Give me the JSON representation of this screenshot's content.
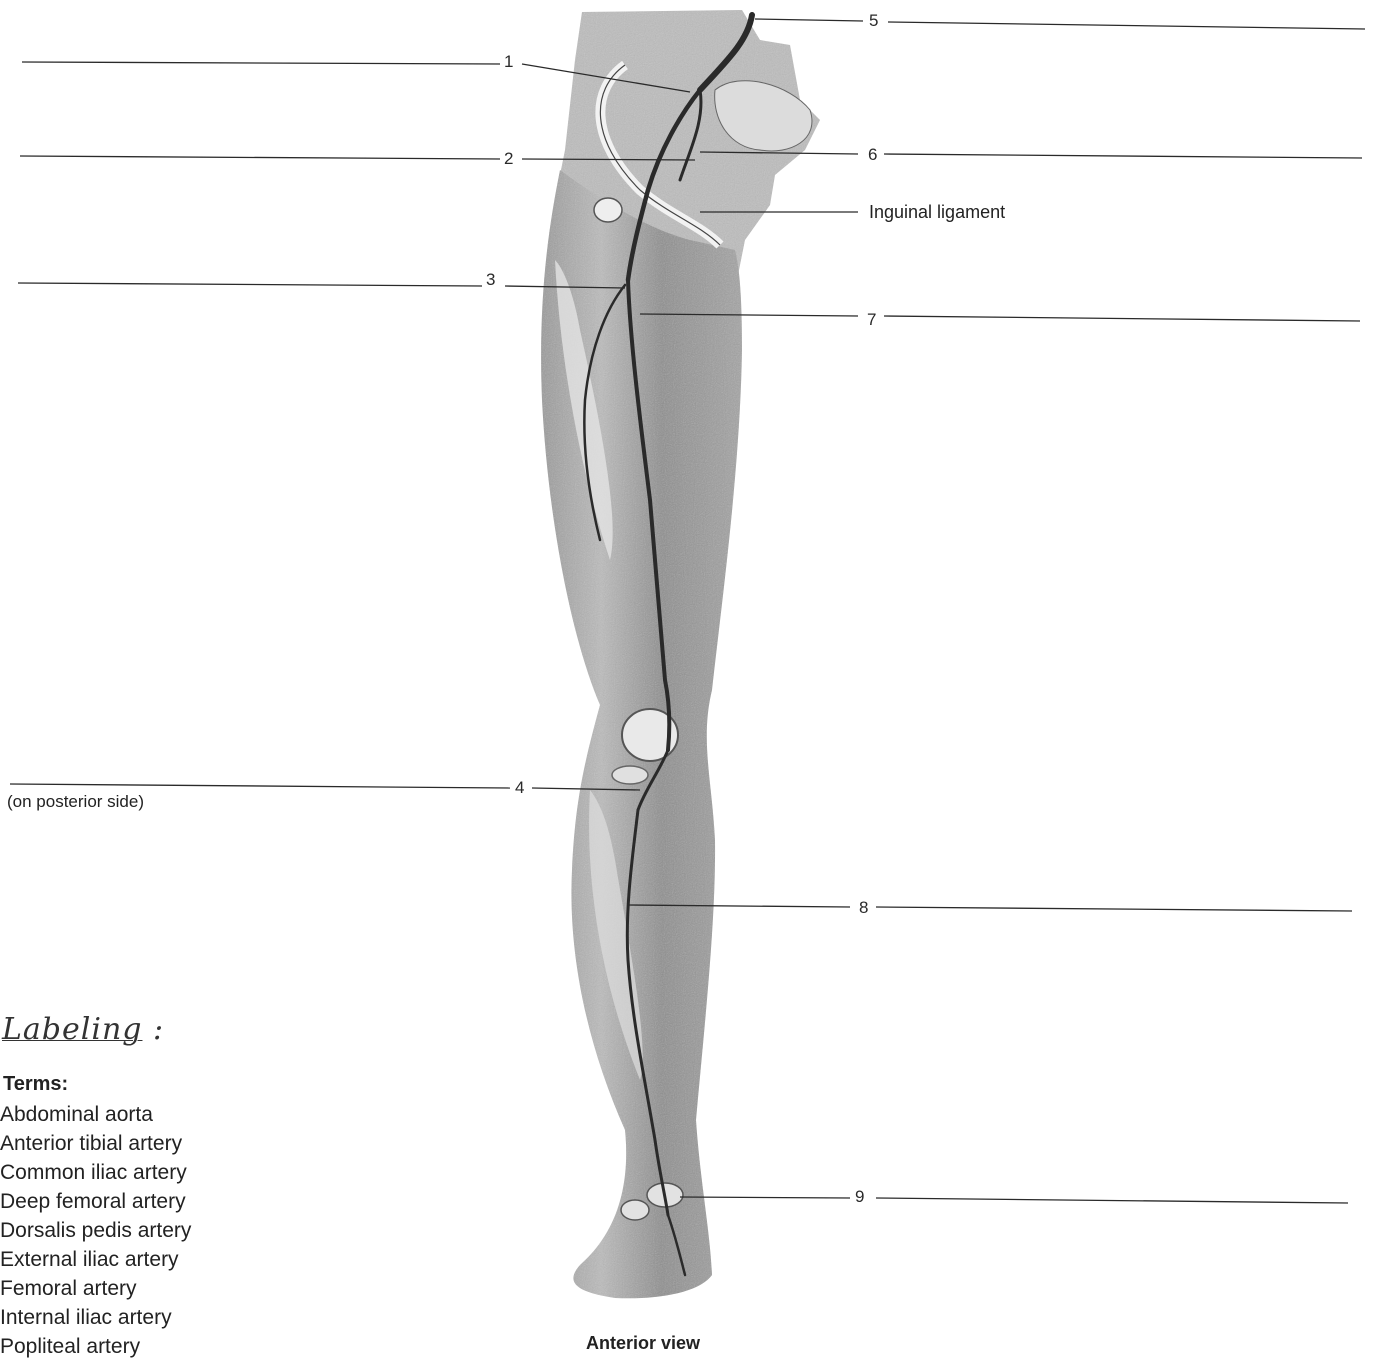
{
  "diagram": {
    "leader_numbers": [
      "1",
      "2",
      "3",
      "4",
      "5",
      "6",
      "7",
      "8",
      "9"
    ],
    "side_label": "Inguinal ligament",
    "note": "(on posterior side)",
    "caption": "Anterior view"
  },
  "labeling": {
    "heading": "Labeling",
    "terms_title": "Terms:",
    "terms": [
      "Abdominal aorta",
      "Anterior tibial artery",
      "Common iliac artery",
      "Deep femoral artery",
      "Dorsalis pedis artery",
      "External iliac artery",
      "Femoral artery",
      "Internal iliac artery",
      "Popliteal artery"
    ]
  }
}
